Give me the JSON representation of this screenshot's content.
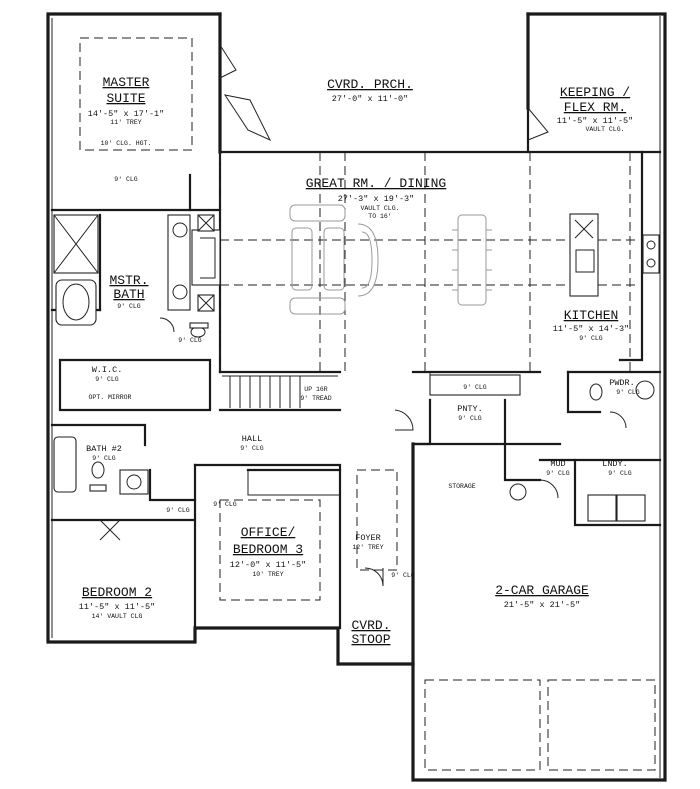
{
  "rooms": {
    "master_suite": {
      "name1": "MASTER",
      "name2": "SUITE",
      "dims": "14'-5\" x 17'-1\"",
      "ceiling": "11' TREY",
      "note": "10' CLG. HGT."
    },
    "covered_porch": {
      "name": "CVRD. PRCH.",
      "dims": "27'-0\" x 11'-0\""
    },
    "keeping_room": {
      "name1": "KEEPING /",
      "name2": "FLEX RM.",
      "dims": "11'-5\" x 11'-5\"",
      "ceiling": "VAULT CLG."
    },
    "great_room": {
      "name": "GREAT RM. / DINING",
      "dims": "27'-3\" x 19'-3\"",
      "ceiling1": "VAULT CLG.",
      "ceiling2": "TO 16'"
    },
    "master_bath": {
      "name1": "MSTR.",
      "name2": "BATH",
      "ceiling": "9' CLG"
    },
    "kitchen": {
      "name": "KITCHEN",
      "dims": "11'-5\" x 14'-3\"",
      "ceiling": "9' CLG"
    },
    "wic": {
      "name": "W.I.C.",
      "ceiling": "9' CLG",
      "note": "OPT. MIRROR"
    },
    "stair": {
      "label1": "UP 16R",
      "label2": "9' TREAD"
    },
    "pantry": {
      "name": "PNTY.",
      "ceiling": "9' CLG"
    },
    "powder": {
      "name": "PWDR.",
      "ceiling": "9' CLG"
    },
    "hall": {
      "name": "HALL",
      "ceiling": "9' CLG"
    },
    "bath2": {
      "name": "BATH #2",
      "ceiling": "9' CLG"
    },
    "office": {
      "name1": "OFFICE/",
      "name2": "BEDROOM 3",
      "dims": "12'-0\" x 11'-5\"",
      "ceiling": "10' TREY"
    },
    "foyer": {
      "name": "FOYER",
      "ceiling": "12' TREY"
    },
    "bedroom2": {
      "name": "BEDROOM 2",
      "dims": "11'-5\" x 11'-5\"",
      "ceiling": "14' VAULT CLG"
    },
    "mud": {
      "name": "MUD",
      "ceiling": "9' CLG"
    },
    "laundry": {
      "name": "LNDY.",
      "ceiling": "9' CLG"
    },
    "storage": {
      "name": "STORAGE"
    },
    "garage": {
      "name": "2-CAR GARAGE",
      "dims": "21'-5\" x 21'-5\""
    },
    "stoop": {
      "name1": "CVRD.",
      "name2": "STOOP"
    }
  },
  "notes": {
    "clg": "9' CLG",
    "clg_small": "9' CLG"
  }
}
